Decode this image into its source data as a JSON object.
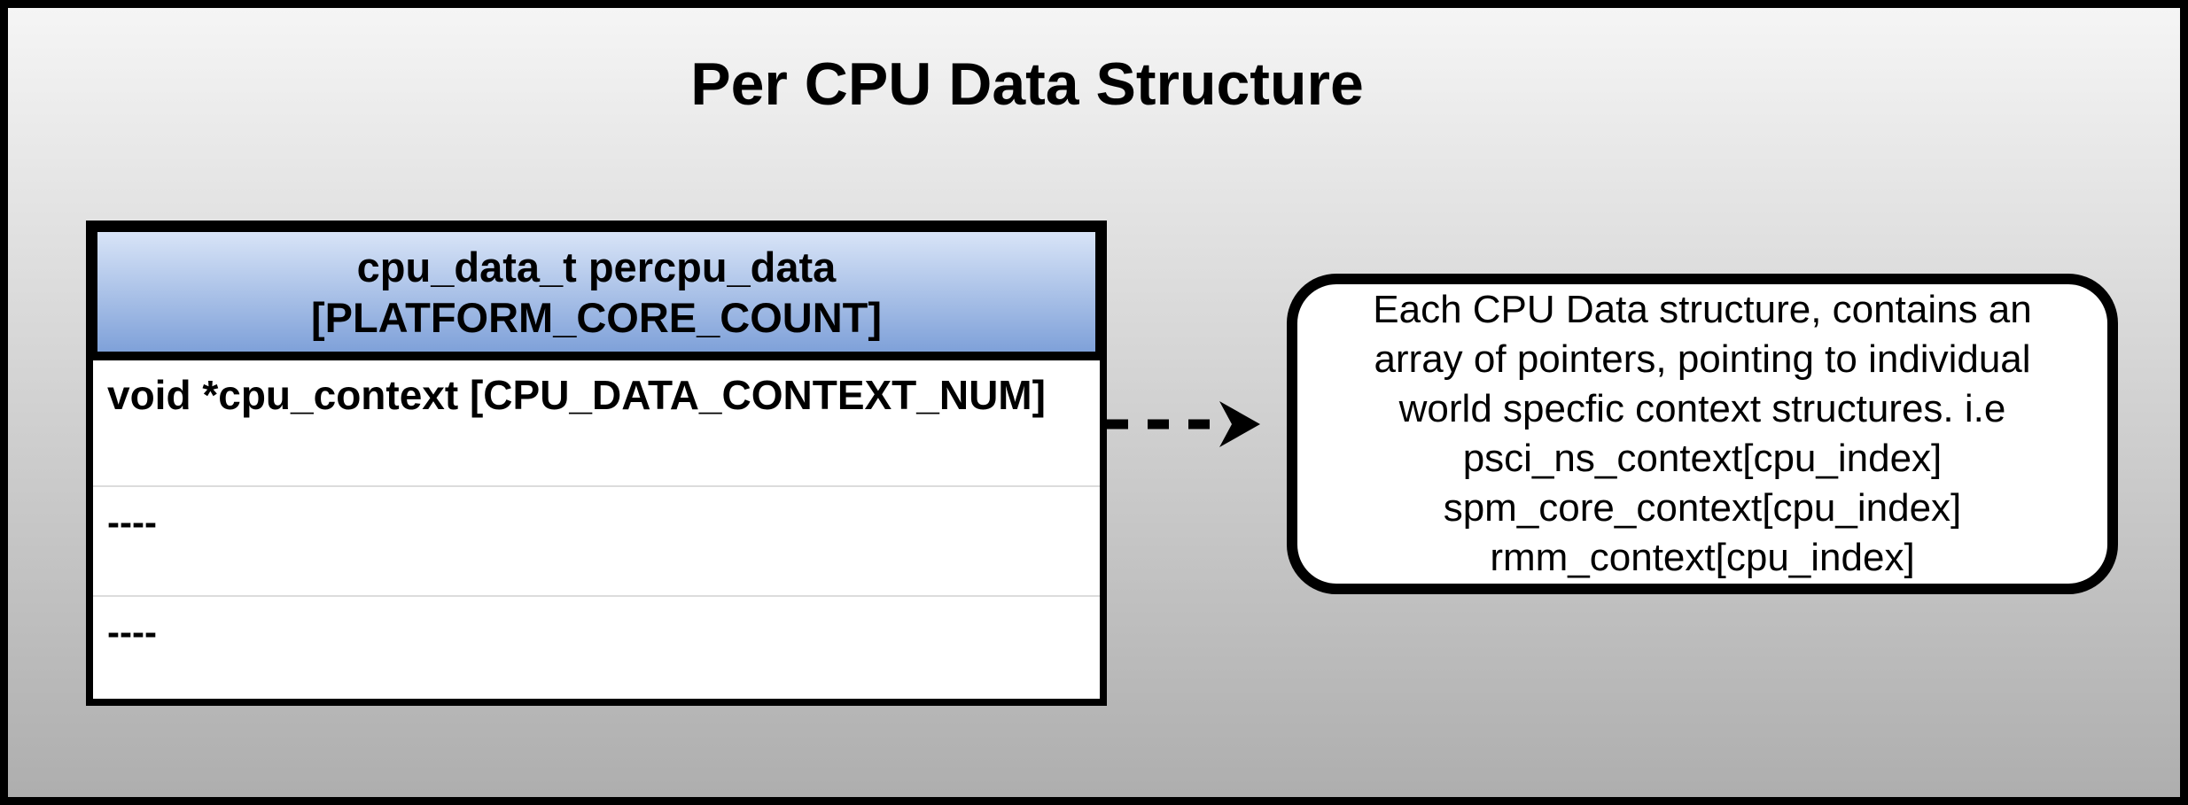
{
  "title": "Per CPU Data Structure",
  "struct_table": {
    "header_lines": [
      "cpu_data_t percpu_data",
      "[PLATFORM_CORE_COUNT]"
    ],
    "rows": [
      {
        "text": "void *cpu_context [CPU_DATA_CONTEXT_NUM]"
      },
      {
        "text": "----"
      },
      {
        "text": "----"
      }
    ]
  },
  "arrow": {
    "style": "dashed",
    "direction": "right"
  },
  "note": {
    "lines": [
      "Each CPU Data structure, contains an",
      "array of pointers, pointing to individual",
      "world specfic context structures. i.e",
      "psci_ns_context[cpu_index]",
      "spm_core_context[cpu_index]",
      "rmm_context[cpu_index]"
    ]
  },
  "colors": {
    "canvas_border": "#000000",
    "background_top": "#f5f5f5",
    "background_bottom": "#aeaeae",
    "header_gradient_top": "#d8e4f7",
    "header_gradient_bottom": "#7fa1d9",
    "table_background": "#ffffff",
    "row_separator": "#dcdcdc",
    "text": "#000000"
  }
}
